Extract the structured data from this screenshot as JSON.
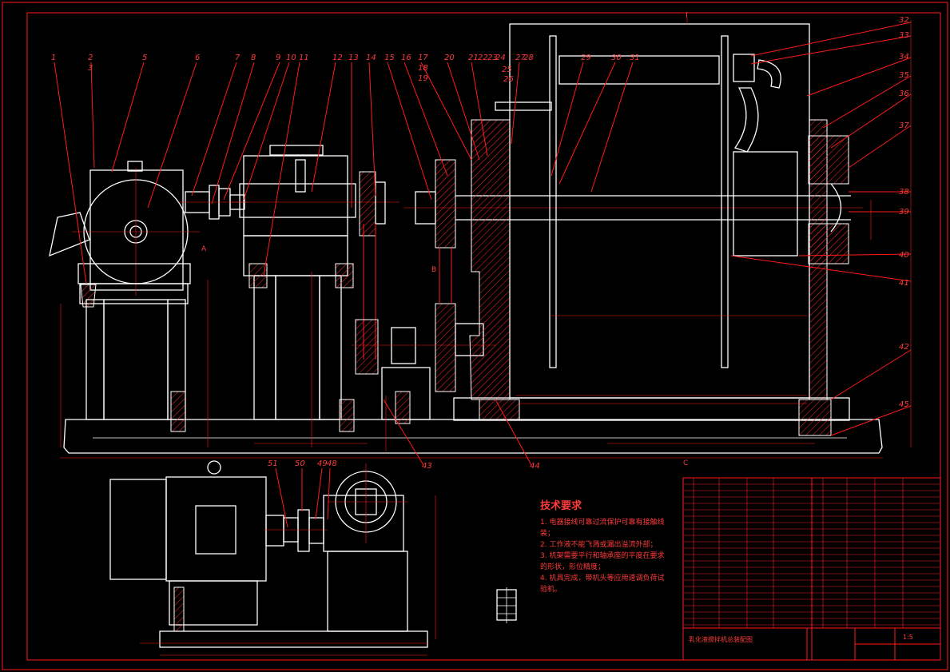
{
  "balloons_top": [
    "1",
    "2",
    "3",
    "5",
    "6",
    "7",
    "8",
    "9",
    "10",
    "11",
    "12",
    "13",
    "14",
    "15",
    "16",
    "17",
    "18",
    "19",
    "20",
    "21",
    "22",
    "23",
    "24",
    "25",
    "26",
    "27",
    "28",
    "29",
    "30",
    "31"
  ],
  "balloons_right": [
    "32",
    "33",
    "34",
    "35",
    "36",
    "37",
    "38",
    "39",
    "40",
    "41",
    "42",
    "43",
    "44",
    "45"
  ],
  "balloons_bottom": [
    "51",
    "50",
    "49",
    "48",
    "43",
    "44",
    "45"
  ],
  "tech": {
    "title": "技术要求",
    "lines": [
      "1. 电器接线可靠过流保护可靠有接触线",
      "   装；",
      "2. 工作液不能飞溅或漏出溢流外部；",
      "3. 机架需要平行和轴承座的平度在要求",
      "   的形状，形位精度；",
      "4. 机具完成，带机头等应用速调负荷试",
      "   验机。"
    ]
  },
  "title_block": {
    "drawing_name": "乳化液搅拌机总装配图",
    "scale": "1:5"
  },
  "view_labels": {
    "section_mark": "I",
    "view_a": "A",
    "view_b": "B",
    "view_c": "C"
  },
  "colors": {
    "bg": "#000000",
    "frame": "#ff1a1a",
    "lines": "#ffffff"
  }
}
